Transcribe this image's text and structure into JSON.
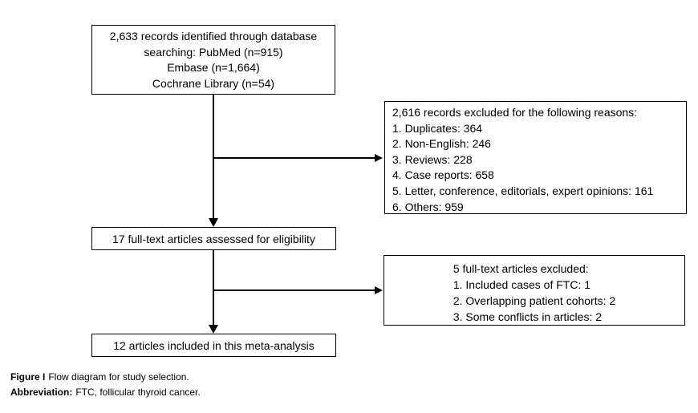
{
  "figure": {
    "boxes": {
      "identification": {
        "lines": [
          "2,633 records identified through database",
          "searching: PubMed (n=915)",
          "Embase (n=1,664)",
          "Cochrane Library (n=54)"
        ]
      },
      "records_excluded": {
        "lines": [
          "2,616 records excluded for the following reasons:",
          "1. Duplicates: 364",
          "2. Non-English: 246",
          "3. Reviews: 228",
          "4. Case reports: 658",
          "5. Letter, conference, editorials, expert opinions: 161",
          "6. Others: 959"
        ]
      },
      "eligibility": {
        "text": "17 full-text articles assessed for eligibility"
      },
      "fulltext_excluded": {
        "lines": [
          "5 full-text articles excluded:",
          "1. Included cases of FTC: 1",
          "2. Overlapping patient cohorts: 2",
          "3. Some conflicts in articles: 2"
        ]
      },
      "included": {
        "text": "12 articles included in this meta-analysis"
      }
    },
    "caption": {
      "figure_label": "Figure I",
      "figure_text": "Flow diagram for study selection.",
      "abbreviation_label": "Abbreviation:",
      "abbreviation_text": "FTC, follicular thyroid cancer."
    },
    "colors": {
      "background": "#ffffff",
      "box_border": "#000000",
      "text": "#000000",
      "arrow": "#000000"
    }
  }
}
